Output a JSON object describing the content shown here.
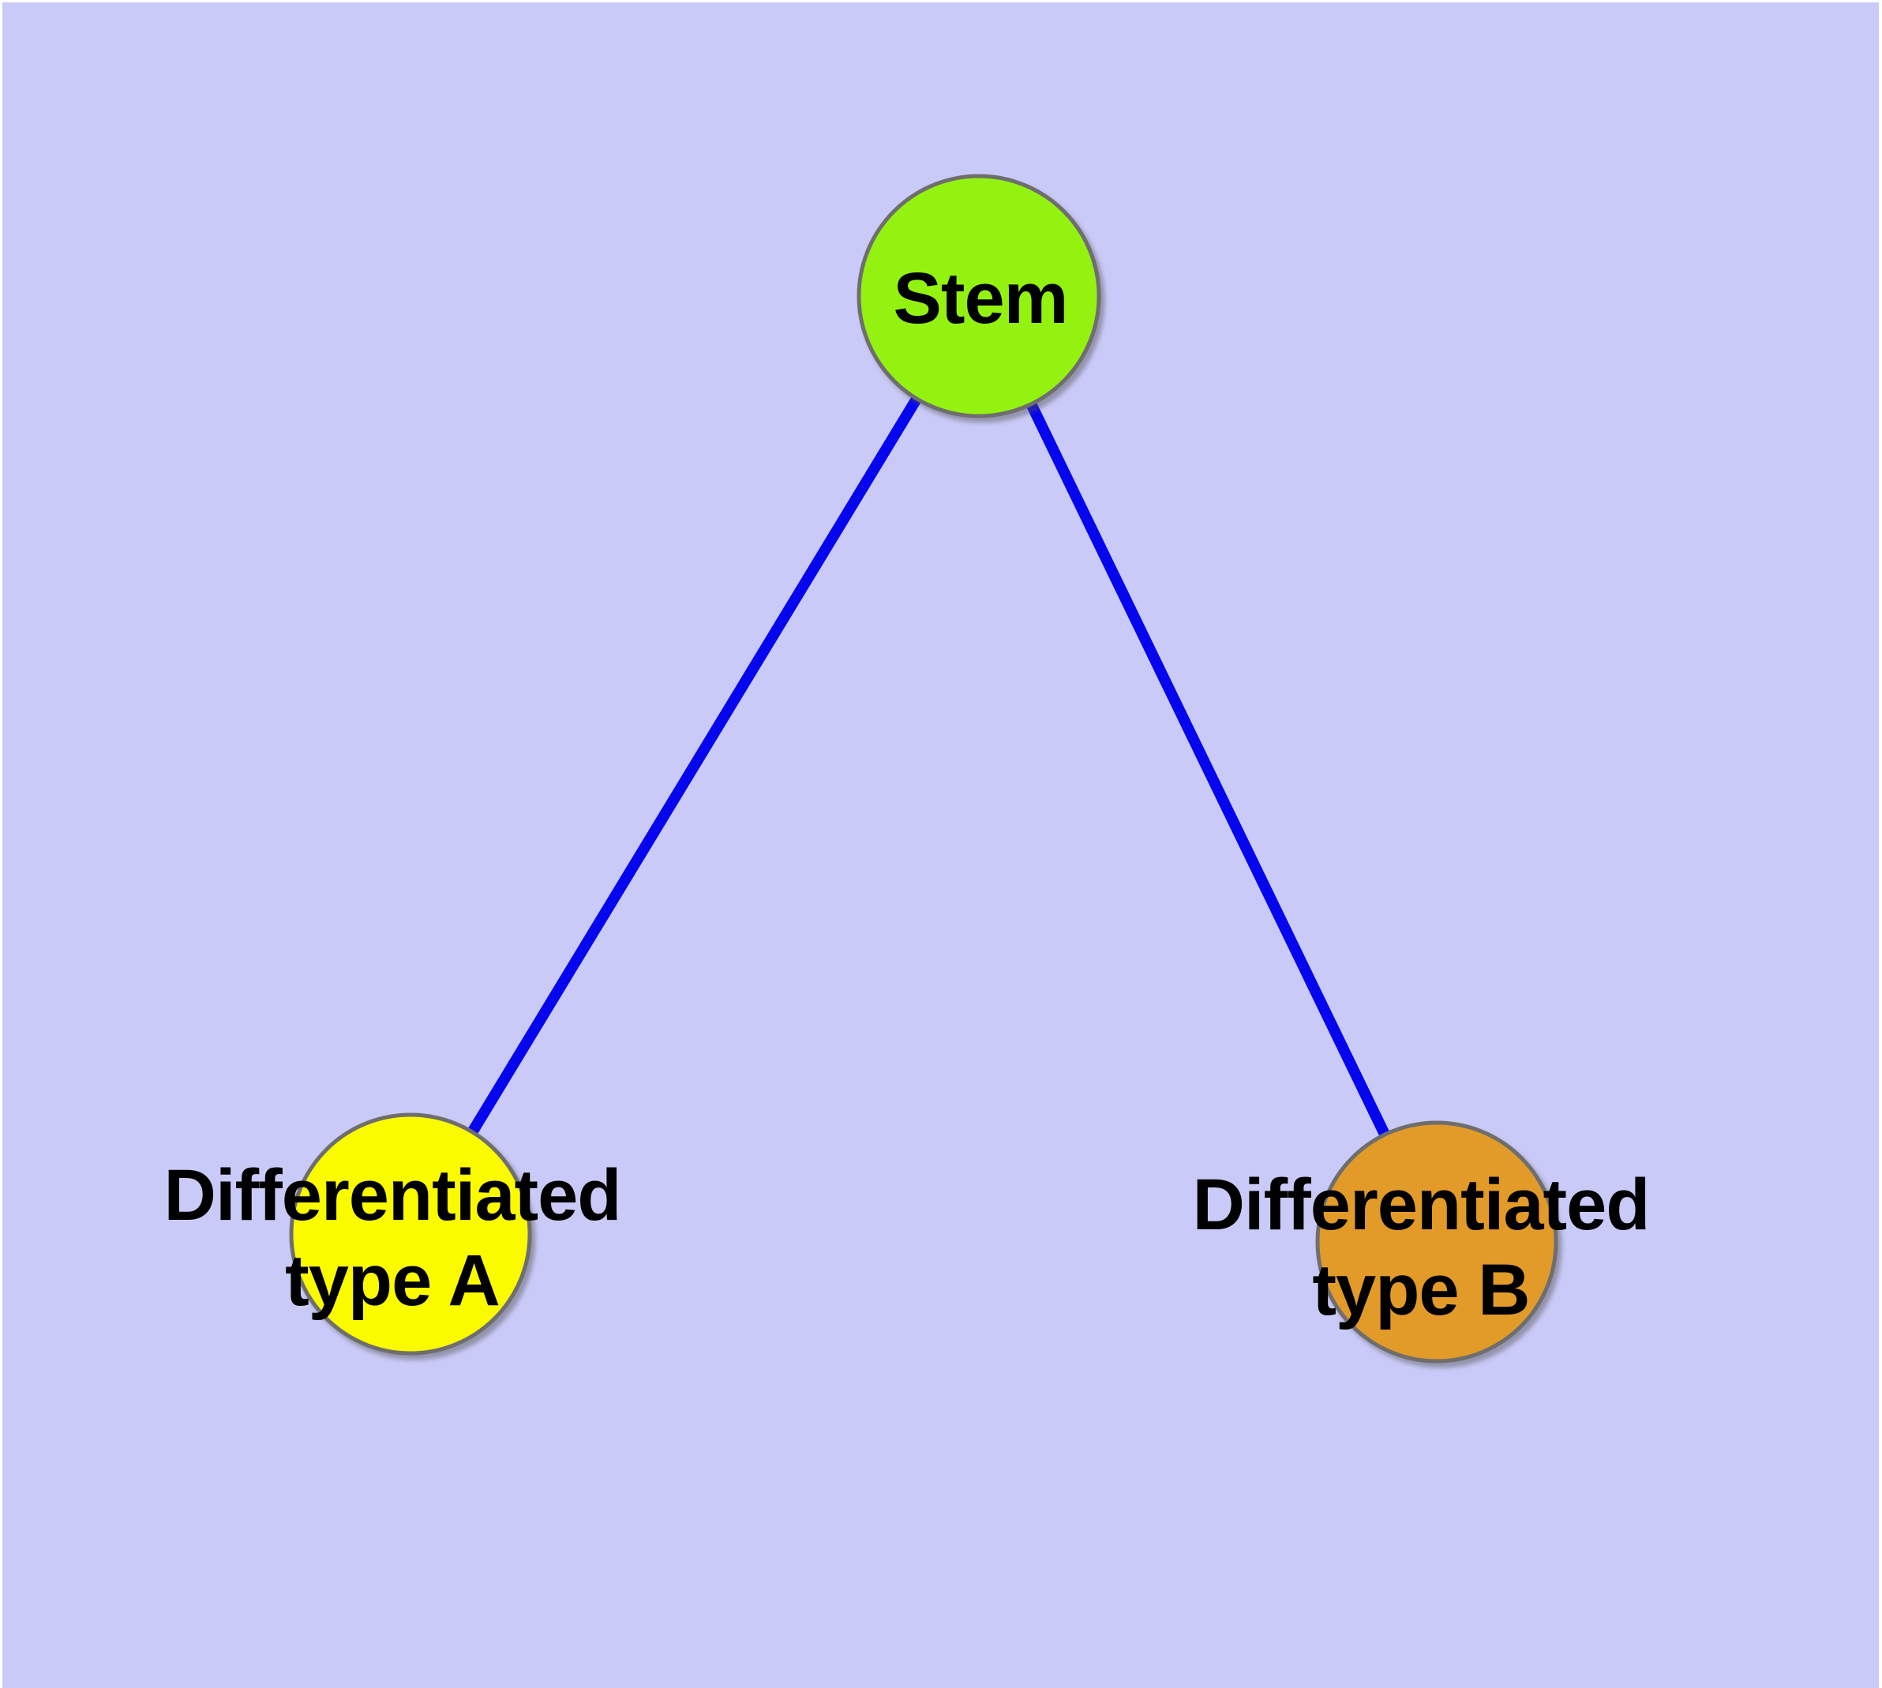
{
  "diagram": {
    "background_color": "#CACAF8",
    "frame_color": "#FFFFFF",
    "edge_color": "#0505EE",
    "node_border_color": "#6E6E6E",
    "text_color": "#000000",
    "nodes": {
      "stem": {
        "label": "Stem",
        "color": "#94F211"
      },
      "type_a": {
        "label_line1": "Differentiated",
        "label_line2": "type A",
        "color": "#FBFB00"
      },
      "type_b": {
        "label_line1": "Differentiated",
        "label_line2": "type B",
        "color": "#E29B28"
      }
    },
    "edges": [
      {
        "from": "Stem",
        "to": "Differentiated type A"
      },
      {
        "from": "Stem",
        "to": "Differentiated type B"
      }
    ]
  }
}
